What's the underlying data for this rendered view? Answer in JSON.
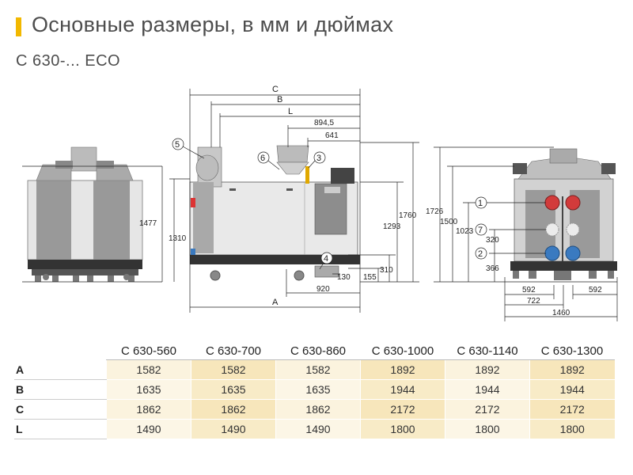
{
  "header": {
    "title": "Основные размеры, в мм и дюймах",
    "subtitle": "C 630-... ECO",
    "accent_color": "#f2b800"
  },
  "drawing": {
    "front_view": {
      "dims": [
        "1477",
        "1310"
      ]
    },
    "side_view": {
      "dims": {
        "c": "C",
        "b": "B",
        "l": "L",
        "a": "A",
        "d8945": "894,5",
        "d641": "641",
        "d1760": "1760",
        "d1293": "1293",
        "d310": "310",
        "d155": "155",
        "d130": "130",
        "d920": "920"
      },
      "callouts": [
        "5",
        "6",
        "3",
        "4"
      ]
    },
    "rear_view": {
      "dims": {
        "d1726": "1726",
        "d1500": "1500",
        "d1023": "1023",
        "d320": "320",
        "d366": "366",
        "d592a": "592",
        "d722": "722",
        "d592b": "592",
        "d1460": "1460"
      },
      "callouts": [
        "1",
        "7",
        "2"
      ]
    }
  },
  "table": {
    "columns": [
      "C 630-560",
      "C 630-700",
      "C 630-860",
      "C 630-1000",
      "C 630-1140",
      "C 630-1300"
    ],
    "rows": [
      {
        "label": "A",
        "values": [
          "1582",
          "1582",
          "1582",
          "1892",
          "1892",
          "1892"
        ]
      },
      {
        "label": "B",
        "values": [
          "1635",
          "1635",
          "1635",
          "1944",
          "1944",
          "1944"
        ]
      },
      {
        "label": "C",
        "values": [
          "1862",
          "1862",
          "1862",
          "2172",
          "2172",
          "2172"
        ]
      },
      {
        "label": "L",
        "values": [
          "1490",
          "1490",
          "1490",
          "1800",
          "1800",
          "1800"
        ]
      }
    ]
  }
}
